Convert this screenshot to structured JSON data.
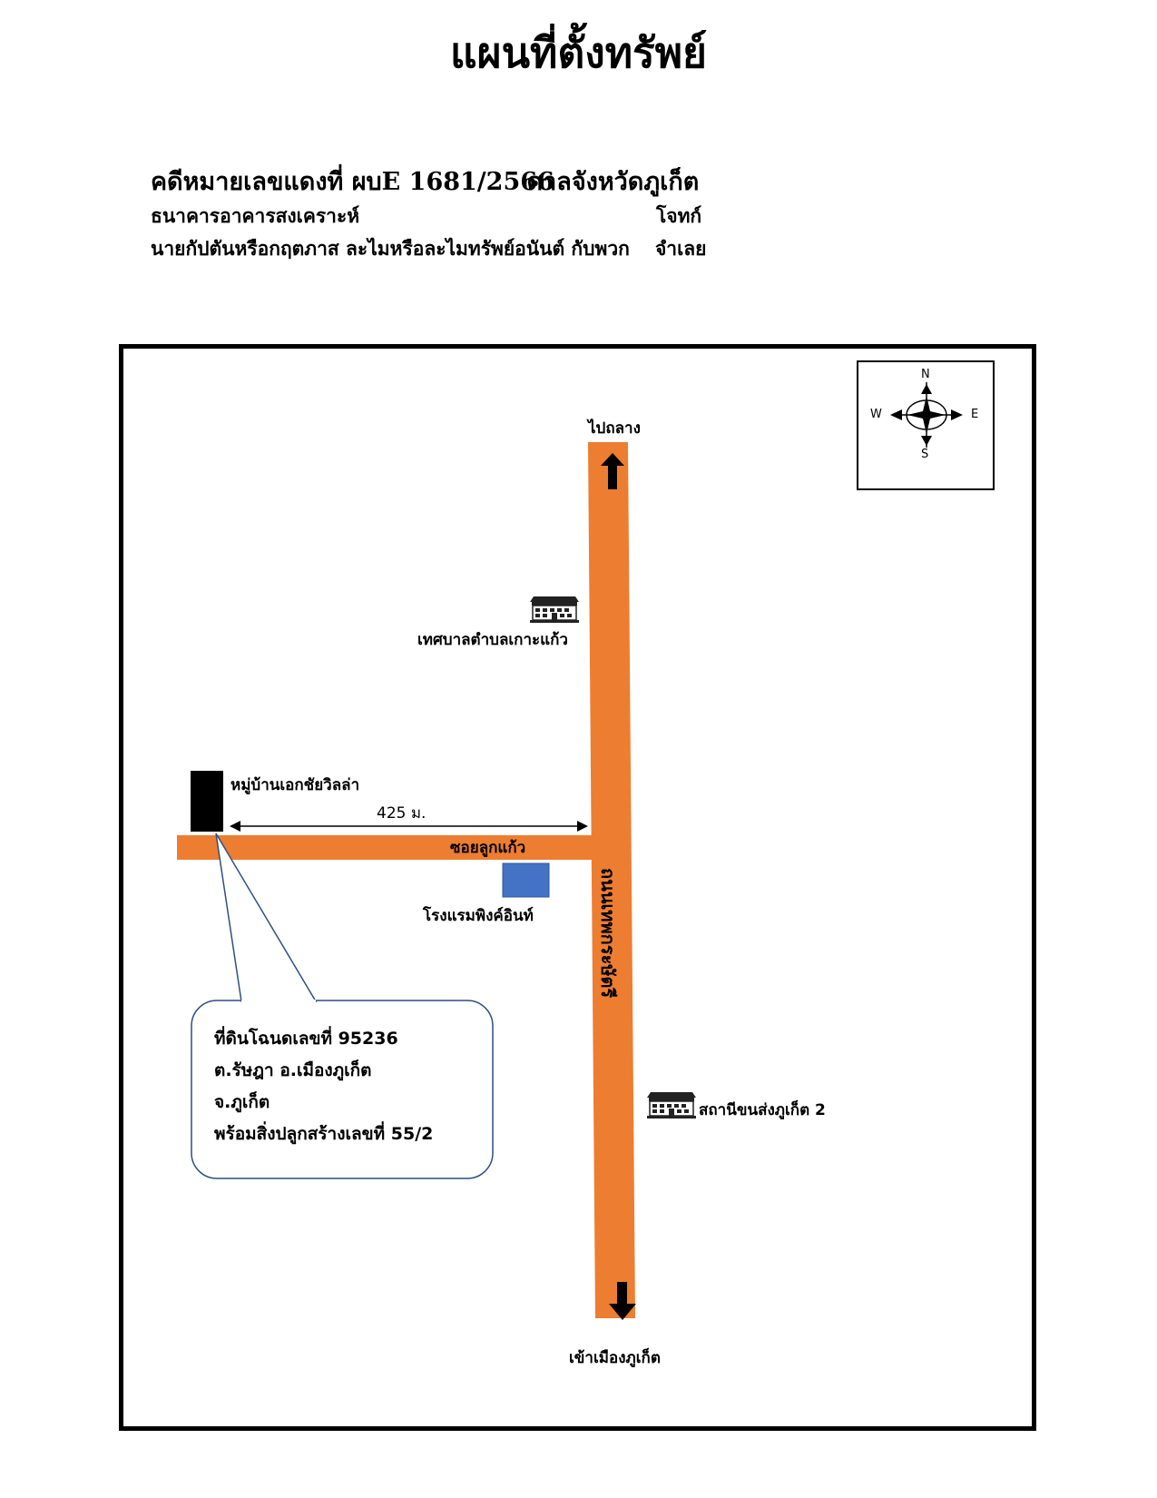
{
  "title": "แผนที่ตั้งทรัพย์",
  "case": {
    "line": "คดีหมายเลขแดงที่ ผบE 1681/2566",
    "court": "ศาลจังหวัดภูเก็ต"
  },
  "plaintiff": {
    "name": "ธนาคารอาคารสงเคราะห์",
    "role": "โจทก์"
  },
  "defendant": {
    "name": "นายกัปตันหรือกฤตภาส ละไมหรือละไมทรัพย์อนันต์ กับพวก",
    "role": "จำเลย"
  },
  "compass": {
    "north": "N",
    "south": "S",
    "east": "E",
    "west": "W"
  },
  "map": {
    "road_main_label": "ถนนเทพกระษัตรี",
    "road_soi_label": "ซอยลูกแก้ว",
    "to_north": "ไปถลาง",
    "to_south": "เข้าเมืองภูเก็ต",
    "distance": "425 ม.",
    "village": "หมู่บ้านเอกชัยวิลล่า",
    "municipality": "เทศบาลตำบลเกาะแก้ว",
    "hotel": "โรงแรมพิงค์อินท์",
    "bus_station": "สถานีขนส่งภูเก็ต 2",
    "colors": {
      "road": "#ed7d31",
      "hotel": "#4472c4",
      "callout_border": "#2f4f7f"
    },
    "icons": [
      "building-icon",
      "compass-rose-icon",
      "arrow-up-icon",
      "arrow-down-icon"
    ],
    "callout": [
      "ที่ดินโฉนดเลขที่ 95236",
      "ต.รัษฎา อ.เมืองภูเก็ต",
      "จ.ภูเก็ต",
      "พร้อมสิ่งปลูกสร้างเลขที่ 55/2"
    ]
  }
}
